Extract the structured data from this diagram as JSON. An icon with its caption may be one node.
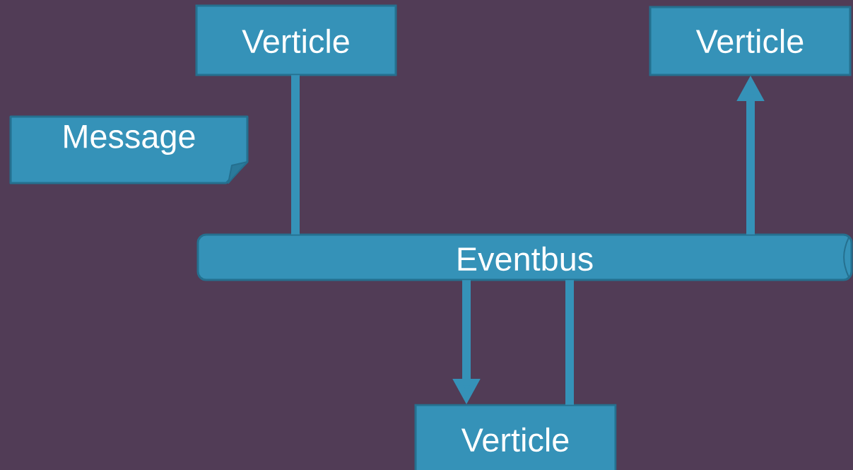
{
  "diagram": {
    "nodes": [
      {
        "text": [
          "Verticle"
        ]
      },
      {
        "text": [
          "Verticle"
        ]
      },
      {
        "text": [
          "Message"
        ]
      },
      {
        "text": [
          "Eventbus"
        ]
      },
      {
        "text": [
          "Verticle"
        ]
      }
    ],
    "edges": [
      {
        "from": 0,
        "to": 3,
        "arrow": "none"
      },
      {
        "from": 3,
        "to": 1,
        "arrow": "to"
      },
      {
        "from": 3,
        "to": 4,
        "arrow": "to"
      },
      {
        "from": 4,
        "to": 3,
        "arrow": "none"
      }
    ]
  }
}
